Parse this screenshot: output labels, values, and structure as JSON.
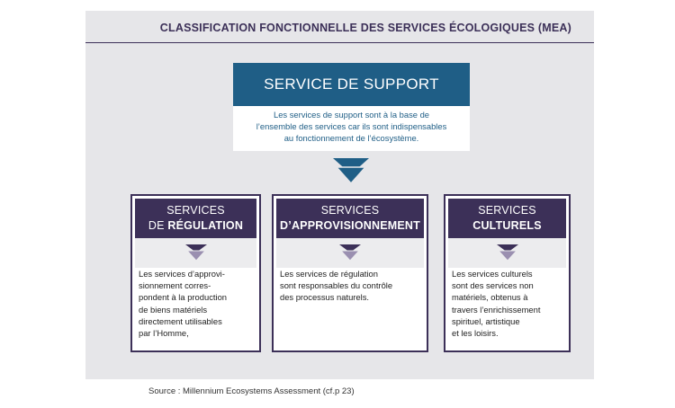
{
  "title": "CLASSIFICATION FONCTIONNELLE DES SERVICES ÉCOLOGIQUES (MEA)",
  "support": {
    "heading": "SERVICE DE SUPPORT",
    "lines": [
      "Les services de support sont à la base de",
      "l’ensemble des services car ils sont indispensables",
      "au fonctionnement de l’écosystème."
    ]
  },
  "cards": [
    {
      "head_line1": "SERVICES",
      "head_line2_prefix": "DE ",
      "head_line2_bold": "RÉGULATION",
      "lines": [
        "Les services d’approvi-",
        "sionnement corres-",
        "pondent à la production",
        "de biens matériels",
        "directement utilisables",
        "par l’Homme,"
      ]
    },
    {
      "head_line1": "SERVICES",
      "head_line2_prefix": "",
      "head_line2_bold": "D’APPROVISIONNEMENT",
      "lines": [
        "Les services de régulation",
        "sont responsables du contrôle",
        "des processus naturels."
      ]
    },
    {
      "head_line1": "SERVICES",
      "head_line2_prefix": "",
      "head_line2_bold": "CULTURELS",
      "lines": [
        "Les services culturels",
        "sont des services non",
        "matériels, obtenus à",
        "travers l’enrichissement",
        "spirituel, artistique",
        "et les loisirs."
      ]
    }
  ],
  "source": "Source : Millennium Ecosystems Assessment (cf.p 23)",
  "colors": {
    "panel": "#e6e6e9",
    "support_blue": "#1f5e86",
    "card_purple": "#3c3058",
    "arrow_light": "#9a8fb0"
  }
}
